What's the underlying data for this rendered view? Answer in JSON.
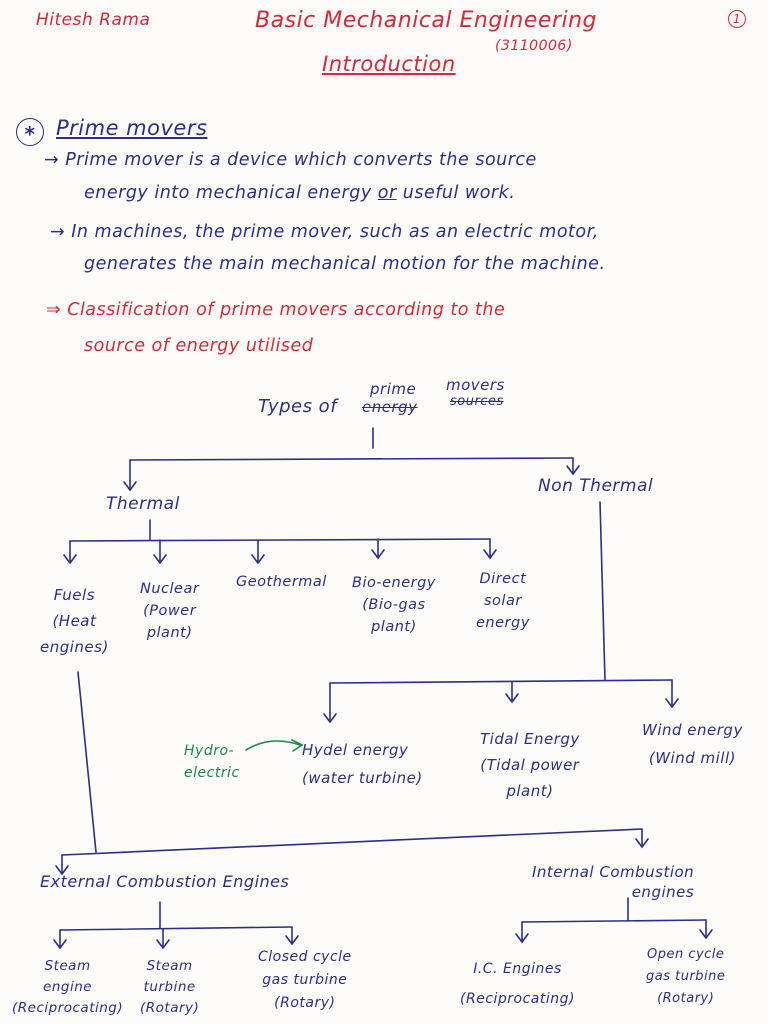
{
  "header": {
    "author": "Hitesh Rama",
    "title": "Basic Mechanical Engineering",
    "code": "(3110006)",
    "subtitle": "Introduction",
    "page_number": "1"
  },
  "section": {
    "bullet": "*",
    "heading": "Prime movers",
    "point1_line1": "→ Prime mover is a device which converts the source",
    "point1_line2_a": "energy into mechanical energy ",
    "point1_line2_or": "or",
    "point1_line2_b": " useful work.",
    "point2_line1": "→ In machines, the prime mover, such as an electric motor,",
    "point2_line2": "generates the main mechanical motion for the machine.",
    "classification_line1": "⇒ Classification of prime movers according to the",
    "classification_line2": "source of energy utilised"
  },
  "diagram": {
    "root_prefix": "Types of",
    "root_word_crossed": "energy",
    "root_word_inserted": "prime",
    "root_word_movers": "movers",
    "root_word_crossed2": "sources",
    "thermal": "Thermal",
    "non_thermal": "Non Thermal",
    "thermal_children": [
      {
        "lines": [
          "Fuels",
          "(Heat",
          "engines)"
        ]
      },
      {
        "lines": [
          "Nuclear",
          "(Power",
          "plant)"
        ]
      },
      {
        "lines": [
          "Geothermal"
        ]
      },
      {
        "lines": [
          "Bio-energy",
          "(Bio-gas",
          "plant)"
        ]
      },
      {
        "lines": [
          "Direct",
          "solar",
          "energy"
        ]
      }
    ],
    "non_thermal_children": [
      {
        "lines": [
          "Hydel energy",
          "(water turbine)"
        ]
      },
      {
        "lines": [
          "Tidal Energy",
          "(Tidal power",
          "plant)"
        ]
      },
      {
        "lines": [
          "Wind energy",
          "(Wind mill)"
        ]
      }
    ],
    "hydro_label_1": "Hydro-",
    "hydro_label_2": "electric",
    "external": "External Combustion Engines",
    "internal_1": "Internal Combustion",
    "internal_2": "engines",
    "external_children": [
      {
        "lines": [
          "Steam",
          "engine",
          "(Reciprocating)"
        ]
      },
      {
        "lines": [
          "Steam",
          "turbine",
          "(Rotary)"
        ]
      },
      {
        "lines": [
          "Closed cycle",
          "gas turbine",
          "(Rotary)"
        ]
      }
    ],
    "internal_children": [
      {
        "lines": [
          "I.C. Engines",
          "(Reciprocating)"
        ]
      },
      {
        "lines": [
          "Open cycle",
          "gas turbine",
          "(Rotary)"
        ]
      }
    ]
  },
  "colors": {
    "red_ink": "#d8283a",
    "blue_ink": "#2b2e8c",
    "green_ink": "#1a8a4a",
    "paper": "#fdfcf8"
  }
}
